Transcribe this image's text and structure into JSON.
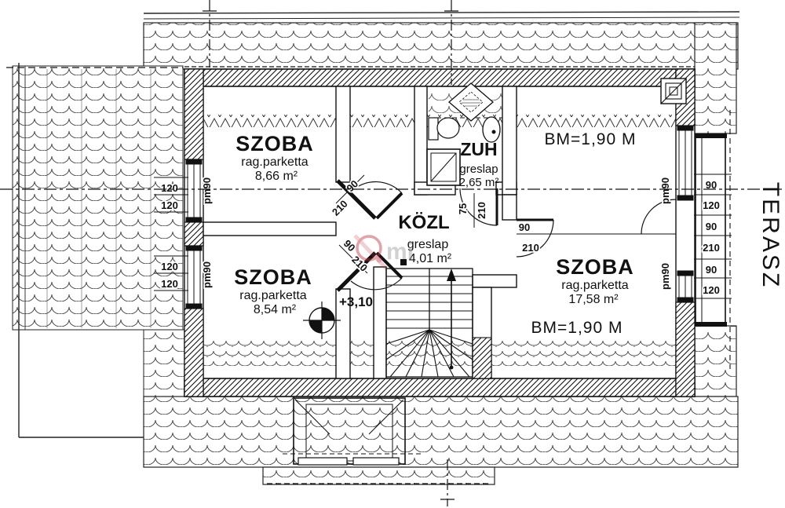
{
  "rooms": {
    "room_top_left": {
      "name": "SZOBA",
      "floor": "rag.parketta",
      "area": "8,66 m²"
    },
    "room_bottom_left": {
      "name": "SZOBA",
      "floor": "rag.parketta",
      "area": "8,54 m²"
    },
    "room_right": {
      "name": "SZOBA",
      "floor": "rag.parketta",
      "area": "17,58 m²"
    },
    "shower": {
      "name": "ZUH",
      "floor": "greslap",
      "area": "2,65 m²"
    },
    "hall": {
      "name": "KÖZL",
      "floor": "greslap",
      "area": "4,01 m²"
    },
    "terrace": {
      "name": "TERASZ"
    }
  },
  "labels": {
    "bm_top": "BM=1,90 M",
    "bm_bottom": "BM=1,90 M",
    "elevation": "+3,10"
  },
  "dims": {
    "left_top": [
      "120",
      "120"
    ],
    "left_bottom": [
      "120",
      "120"
    ],
    "pm": [
      "pm90",
      "pm90",
      "pm90",
      "pm90"
    ],
    "right_stack": [
      "90",
      "120",
      "90",
      "210",
      "90",
      "120"
    ],
    "door_tl": [
      "90",
      "210"
    ],
    "door_bl": [
      "90",
      "210"
    ],
    "door_sh": [
      "75",
      "210"
    ],
    "door_r": [
      "90",
      "210"
    ]
  },
  "watermark": {
    "text": "mi",
    "accent": "#c23043"
  },
  "colors": {
    "ink": "#1a1a1a",
    "paper": "#ffffff"
  }
}
